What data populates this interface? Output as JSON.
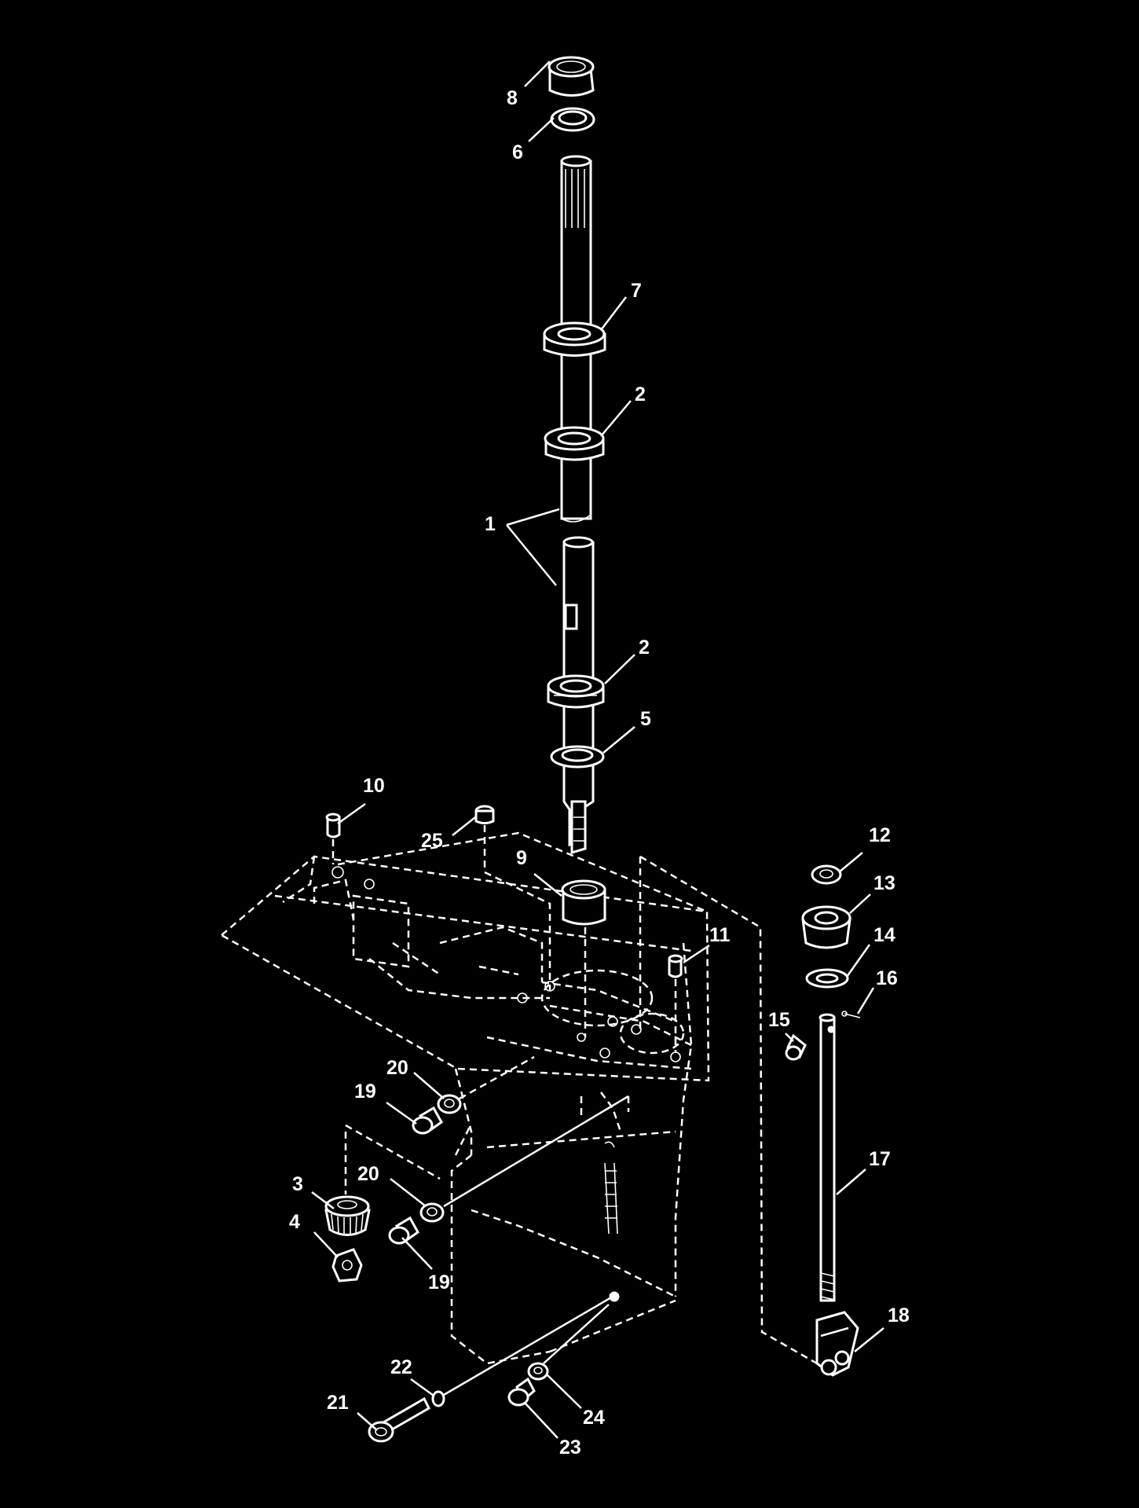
{
  "diagram": {
    "background": "#000000",
    "foreground": "#ffffff",
    "callouts": [
      {
        "id": "c8",
        "text": "8"
      },
      {
        "id": "c6",
        "text": "6"
      },
      {
        "id": "c7",
        "text": "7"
      },
      {
        "id": "c2a",
        "text": "2"
      },
      {
        "id": "c1",
        "text": "1"
      },
      {
        "id": "c2b",
        "text": "2"
      },
      {
        "id": "c5",
        "text": "5"
      },
      {
        "id": "c10",
        "text": "10"
      },
      {
        "id": "c25",
        "text": "25"
      },
      {
        "id": "c9",
        "text": "9"
      },
      {
        "id": "c11",
        "text": "11"
      },
      {
        "id": "c12",
        "text": "12"
      },
      {
        "id": "c13",
        "text": "13"
      },
      {
        "id": "c14",
        "text": "14"
      },
      {
        "id": "c16",
        "text": "16"
      },
      {
        "id": "c15",
        "text": "15"
      },
      {
        "id": "c20a",
        "text": "20"
      },
      {
        "id": "c19a",
        "text": "19"
      },
      {
        "id": "c17",
        "text": "17"
      },
      {
        "id": "c3",
        "text": "3"
      },
      {
        "id": "c20b",
        "text": "20"
      },
      {
        "id": "c4",
        "text": "4"
      },
      {
        "id": "c19b",
        "text": "19"
      },
      {
        "id": "c18",
        "text": "18"
      },
      {
        "id": "c22",
        "text": "22"
      },
      {
        "id": "c21",
        "text": "21"
      },
      {
        "id": "c24",
        "text": "24"
      },
      {
        "id": "c23",
        "text": "23"
      }
    ]
  }
}
